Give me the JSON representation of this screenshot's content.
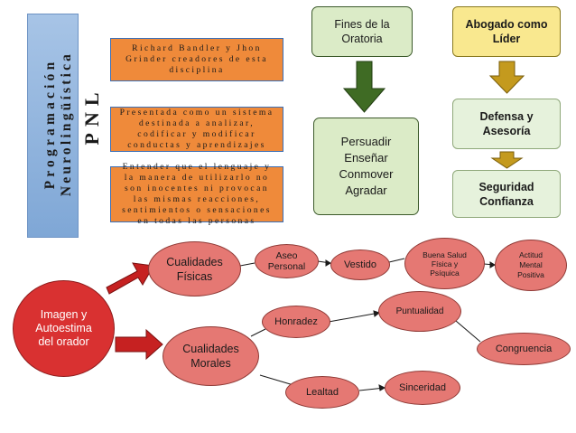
{
  "pnl": {
    "line1": "Programación",
    "line2": "Neurolingüística",
    "line3": "PNL"
  },
  "orange_boxes": [
    "Richard Bandler y Jhon Grinder creadores de esta disciplina",
    "Presentada como un sistema destinada a analizar, codificar y modificar conductas y aprendizajes",
    "Entender que el lenguaje y la manera de utilizarlo no son inocentes ni provocan las mismas reacciones, sentimientos o sensaciones en todas las personas"
  ],
  "oratoria": {
    "title": "Fines de la Oratoria",
    "goals": [
      "Persuadir",
      "Enseñar",
      "Conmover",
      "Agradar"
    ]
  },
  "abogado": {
    "title": "Abogado como Líder",
    "step1": "Defensa y Asesoría",
    "step2": "Seguridad Confianza"
  },
  "imagen": {
    "main": "Imagen y Autoestima del orador",
    "fisicas": "Cualidades Físicas",
    "aseo": "Aseo Personal",
    "vestido": "Vestido",
    "salud": "Buena Salud Física y Psíquica",
    "actitud": "Actitud Mental Positiva",
    "morales": "Cualidades Morales",
    "honradez": "Honradez",
    "puntualidad": "Puntualidad",
    "congruencia": "Congruencia",
    "lealtad": "Lealtad",
    "sinceridad": "Sinceridad"
  },
  "colors": {
    "pnl_banner": "#7fa7d6",
    "orange": "#ef8a3a",
    "green": "#dbebc7",
    "yellow": "#f9e88f",
    "ellipse": "#e57873",
    "ellipse_main": "#d93131",
    "arrow_red": "#c62121",
    "arrow_green": "#3f6b24",
    "arrow_gold": "#c49a1e"
  }
}
